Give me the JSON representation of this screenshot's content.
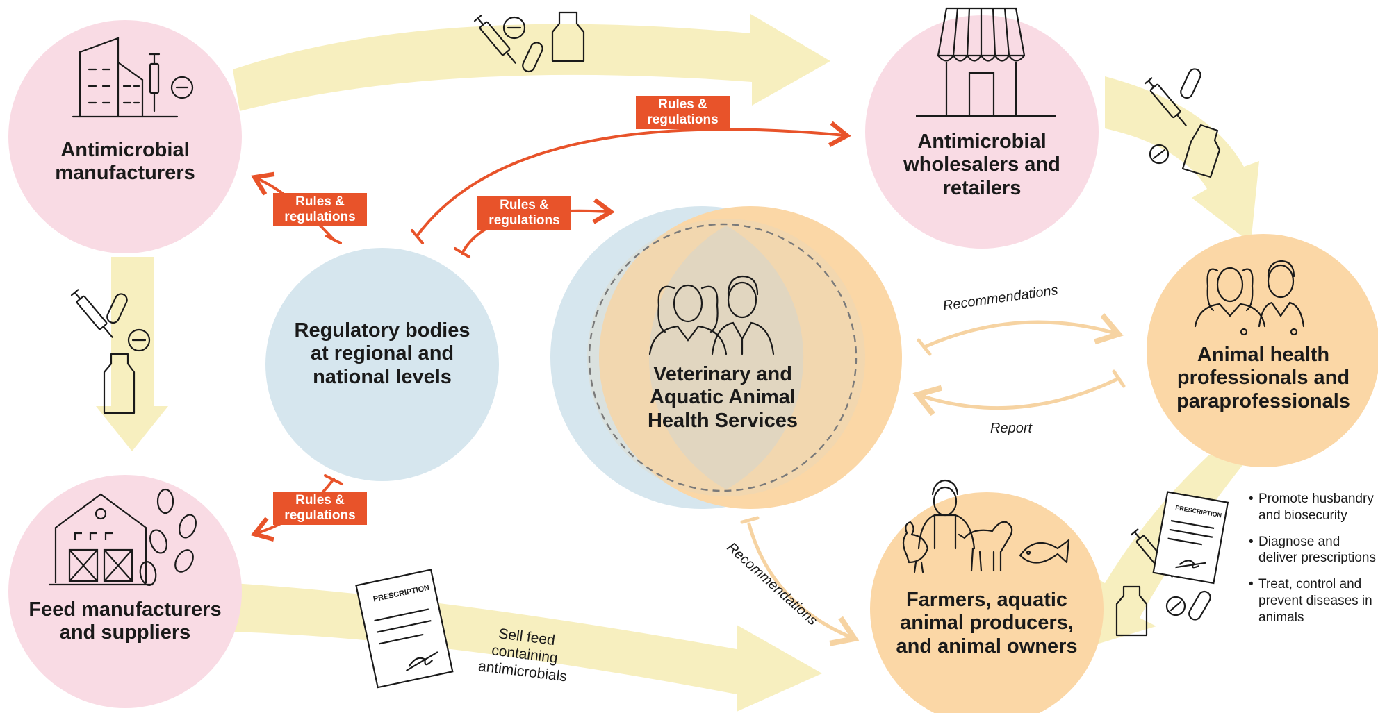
{
  "nodes": {
    "manufacturers": "Antimicrobial manufacturers",
    "wholesalers": "Antimicrobial wholesalers and retailers",
    "regulatory": "Regulatory bodies at regional and national levels",
    "veterinary": "Veterinary and Aquatic Animal Health Services",
    "animal_health": "Animal health professionals and paraprofessionals",
    "feed": "Feed manufacturers and suppliers",
    "farmers": "Farmers, aquatic animal producers, and animal owners"
  },
  "tags": {
    "rules_regulations": "Rules & regulations"
  },
  "edge_labels": {
    "recommendations_top": "Recommendations",
    "report": "Report",
    "recommendations_bottom": "Recommendations",
    "sell_feed": "Sell feed containing antimicrobials",
    "prescription": "PRESCRIPTION"
  },
  "bullets": [
    "Promote husbandry and biosecurity",
    "Diagnose and deliver prescriptions",
    "Treat, control and prevent diseases in animals"
  ],
  "colors": {
    "pink": "#f9dbe4",
    "blue": "#d6e6ee",
    "orange": "#fbd7a6",
    "overlap": "#e1d6c0",
    "yellow_arrow": "#f7efbf",
    "orange_tag": "#e8532a",
    "peach_arrow": "#f6d3a2"
  }
}
